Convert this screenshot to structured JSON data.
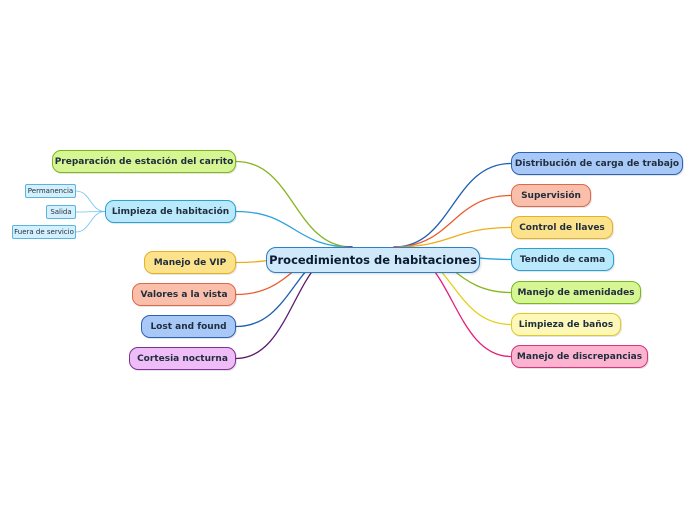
{
  "central": {
    "label": "Procedimientos de habitaciones",
    "fill": "#cfe9fa",
    "stroke": "#2f7fc1"
  },
  "left_topics": [
    {
      "id": "preparacion",
      "label": "Preparación de estación del carrito",
      "fill": "#d6f593",
      "stroke": "#7ab81d",
      "line": "#86b61f"
    },
    {
      "id": "limpieza-hab",
      "label": "Limpieza de habitación",
      "fill": "#b9e9fb",
      "stroke": "#27a3d6",
      "line": "#2ba3dc",
      "children": [
        {
          "id": "permanencia",
          "label": "Permanencia"
        },
        {
          "id": "salida",
          "label": "Salida"
        },
        {
          "id": "fuera-servicio",
          "label": "Fuera de servicio"
        }
      ]
    },
    {
      "id": "vip",
      "label": "Manejo de VIP",
      "fill": "#fde28c",
      "stroke": "#e7b124",
      "line": "#f0ad1a"
    },
    {
      "id": "valores",
      "label": "Valores a la vista",
      "fill": "#f9bfaa",
      "stroke": "#df6848",
      "line": "#ea5b2d"
    },
    {
      "id": "lost-found",
      "label": "Lost and found",
      "fill": "#a8c8f7",
      "stroke": "#2c62b5",
      "line": "#1e5fb2"
    },
    {
      "id": "cortesia",
      "label": "Cortesia nocturna",
      "fill": "#eebcf7",
      "stroke": "#7d3394",
      "line": "#5b1a6e"
    }
  ],
  "right_topics": [
    {
      "id": "distribucion",
      "label": "Distribución de carga de trabajo",
      "fill": "#a8c8f7",
      "stroke": "#2c62b5",
      "line": "#1e5fb2"
    },
    {
      "id": "supervision",
      "label": "Supervisión",
      "fill": "#f9bfaa",
      "stroke": "#df6848",
      "line": "#ea5b2d"
    },
    {
      "id": "control-llaves",
      "label": "Control de llaves",
      "fill": "#fde28c",
      "stroke": "#e7b124",
      "line": "#f0ad1a"
    },
    {
      "id": "tendido",
      "label": "Tendido de cama",
      "fill": "#b9e9fb",
      "stroke": "#27a3d6",
      "line": "#2ba3dc"
    },
    {
      "id": "amenidades",
      "label": "Manejo de amenidades",
      "fill": "#d6f593",
      "stroke": "#7ab81d",
      "line": "#86b61f"
    },
    {
      "id": "limpieza-banos",
      "label": "Limpieza de baños",
      "fill": "#fdf8b8",
      "stroke": "#e0c92b",
      "line": "#e6cf1a"
    },
    {
      "id": "discrepancias",
      "label": "Manejo de discrepancias",
      "fill": "#fbb3cf",
      "stroke": "#d6357c",
      "line": "#e81e78"
    }
  ],
  "leaf_style": {
    "fill": "#d4f0fd",
    "stroke": "#5ab4e0",
    "line": "#6cc4ee"
  }
}
